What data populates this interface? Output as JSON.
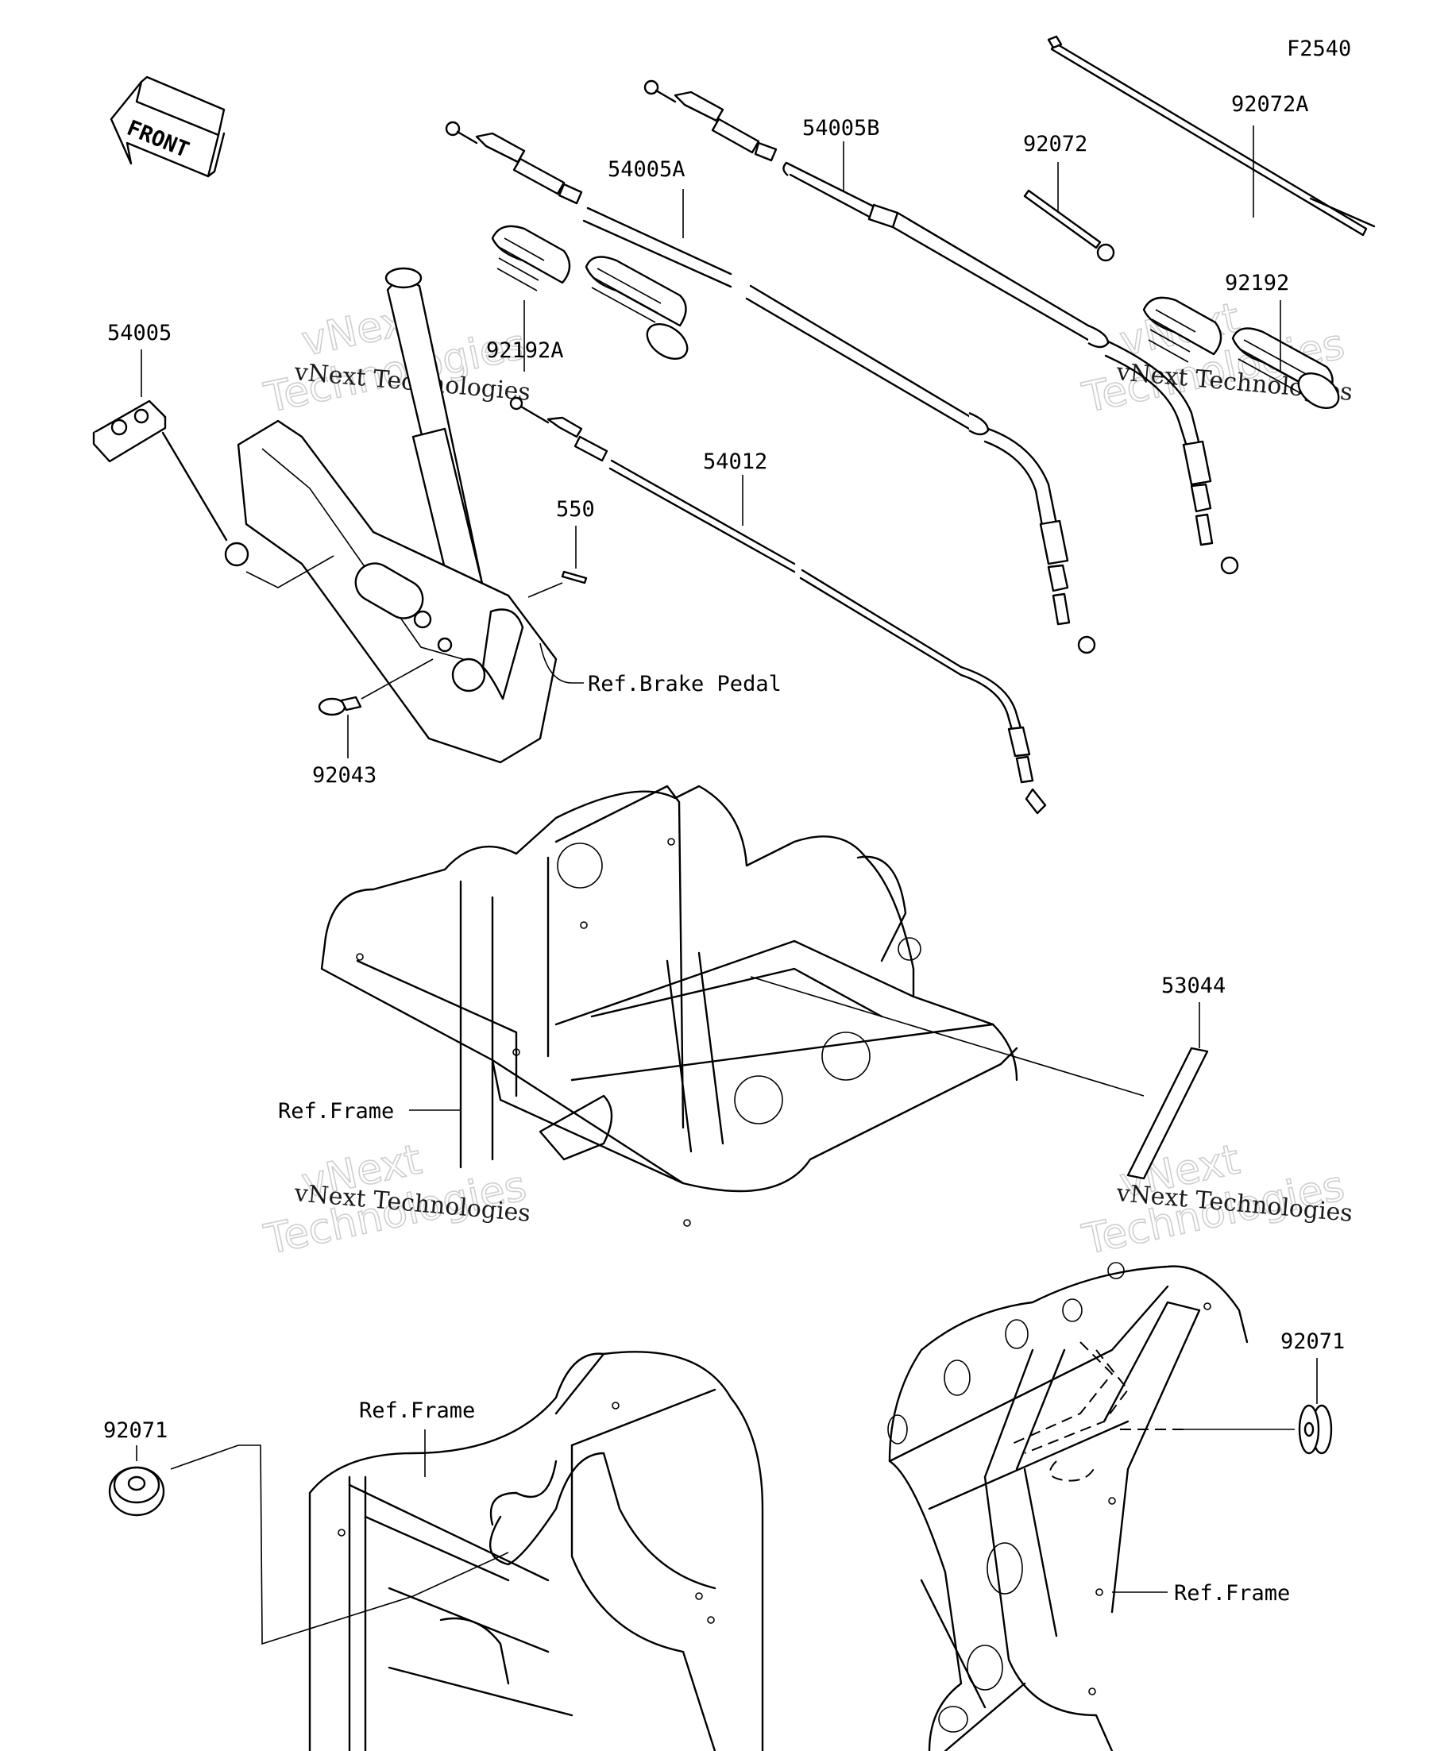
{
  "figure_code": "F2540",
  "front_arrow": {
    "label": "FRONT",
    "icon": "front-arrow-icon"
  },
  "parts": [
    {
      "id": "p1",
      "label": "92072A"
    },
    {
      "id": "p2",
      "label": "54005B"
    },
    {
      "id": "p3",
      "label": "92072"
    },
    {
      "id": "p4",
      "label": "54005A"
    },
    {
      "id": "p5",
      "label": "92192"
    },
    {
      "id": "p6",
      "label": "92192A"
    },
    {
      "id": "p7",
      "label": "54005"
    },
    {
      "id": "p8",
      "label": "54012"
    },
    {
      "id": "p9",
      "label": "550"
    },
    {
      "id": "p10",
      "label": "92043"
    },
    {
      "id": "p11",
      "label": "53044"
    },
    {
      "id": "p12",
      "label": "92071"
    },
    {
      "id": "p13",
      "label": "92071"
    }
  ],
  "references": [
    {
      "id": "r1",
      "label": "Ref.Brake Pedal"
    },
    {
      "id": "r2",
      "label": "Ref.Frame"
    },
    {
      "id": "r3",
      "label": "Ref.Frame"
    },
    {
      "id": "r4",
      "label": "Ref.Frame"
    }
  ],
  "watermarks": [
    {
      "line1": "vNext",
      "line2": "Technologies",
      "caption": "vNext Technologies"
    },
    {
      "line1": "vNext",
      "line2": "Technologies",
      "caption": "vNext Technologies"
    },
    {
      "line1": "vNext",
      "line2": "Technologies",
      "caption": "vNext Technologies"
    },
    {
      "line1": "vNext",
      "line2": "Technologies",
      "caption": "vNext Technologies"
    }
  ]
}
